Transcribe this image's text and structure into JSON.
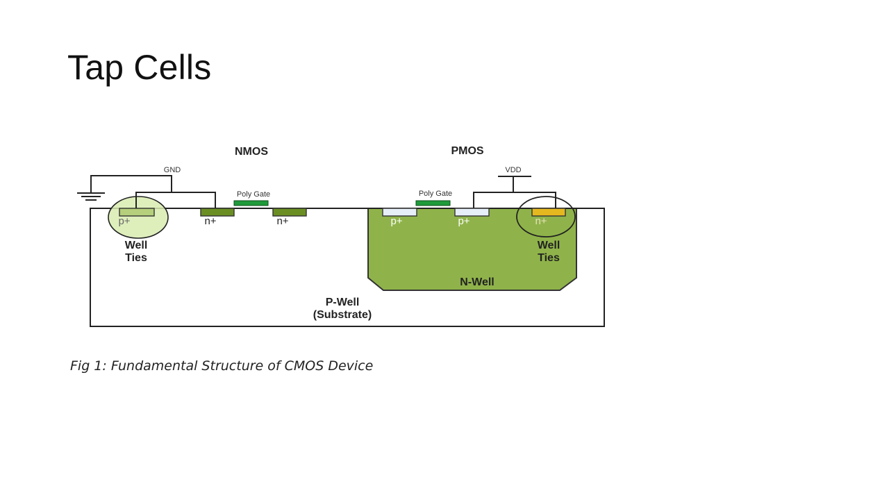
{
  "slide": {
    "title": "Tap Cells",
    "caption": "Fig 1: Fundamental Structure of CMOS Device"
  },
  "diagram": {
    "nmos_label": "NMOS",
    "pmos_label": "PMOS",
    "gnd_label": "GND",
    "vdd_label": "VDD",
    "poly_gate_label": "Poly Gate",
    "p_plus": "p+",
    "n_plus": "n+",
    "well_ties_line1": "Well",
    "well_ties_line2": "Ties",
    "n_well_label": "N-Well",
    "p_well_line1": "P-Well",
    "p_well_line2": "(Substrate)",
    "colors": {
      "n_well": "#8fb34a",
      "n_plus_region": "#6b8e23",
      "p_plus_region_pmos": "#e6eef8",
      "tap_n_plus": "#e6b820",
      "poly_gate": "#1f9a3a",
      "well_tie_highlight": "#d8ecb0"
    }
  }
}
